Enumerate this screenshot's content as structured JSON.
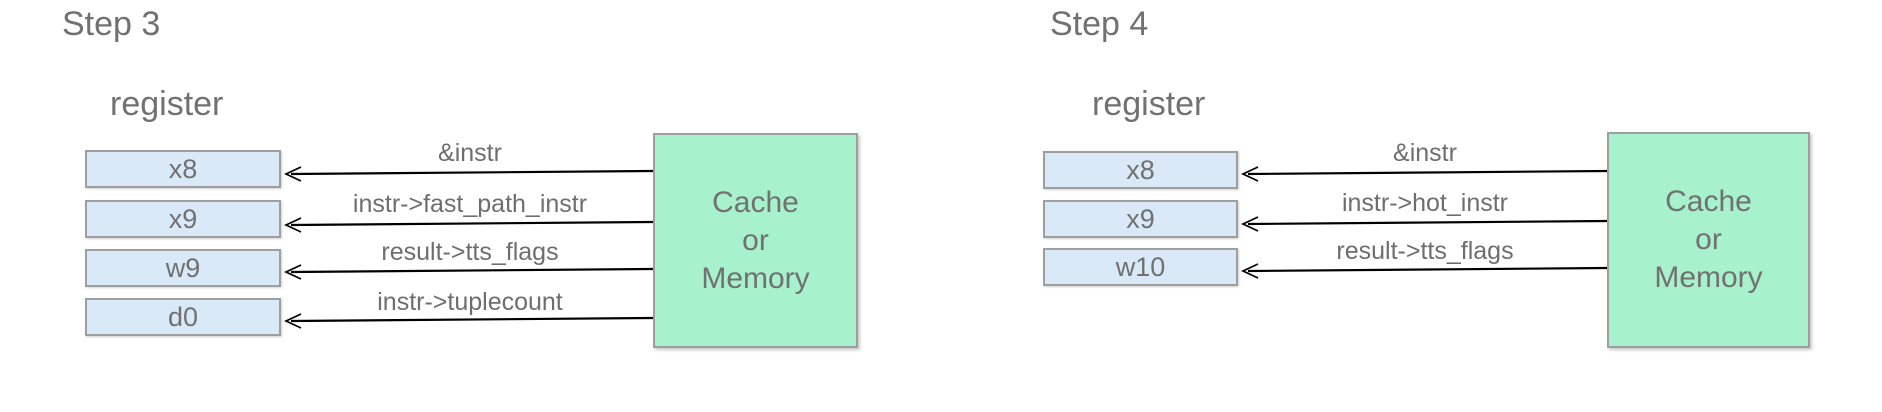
{
  "colors": {
    "register_fill": "#d9e9f7",
    "cache_fill": "#a7f1cc",
    "box_border": "#9e9e9e",
    "text_gray": "#717171",
    "arrow_black": "#000000"
  },
  "step3": {
    "title": "Step 3",
    "register_label": "register",
    "registers": [
      "x8",
      "x9",
      "w9",
      "d0"
    ],
    "arrow_labels": [
      "&instr",
      "instr->fast_path_instr",
      "result->tts_flags",
      "instr->tuplecount"
    ],
    "cache_label": "Cache\nor\nMemory"
  },
  "step4": {
    "title": "Step 4",
    "register_label": "register",
    "registers": [
      "x8",
      "x9",
      "w10"
    ],
    "arrow_labels": [
      "&instr",
      "instr->hot_instr",
      "result->tts_flags"
    ],
    "cache_label": "Cache\nor\nMemory"
  }
}
